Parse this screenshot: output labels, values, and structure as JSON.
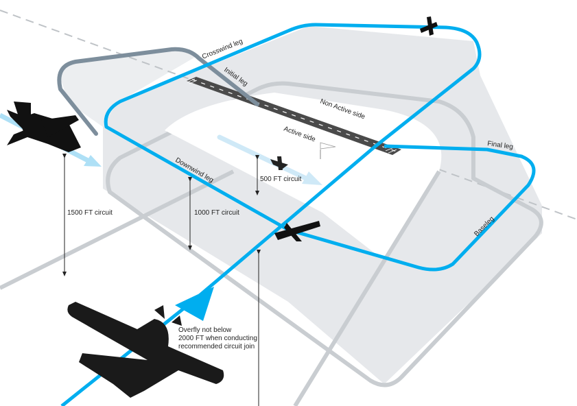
{
  "labels": {
    "crosswind_leg": "Crosswind leg",
    "initial_leg": "Initial leg",
    "non_active_side": "Non Active side",
    "active_side": "Active side",
    "final_leg": "Final leg",
    "downwind_leg": "Downwind leg",
    "circuit_500": "500 FT circuit",
    "circuit_1000": "1000 FT circuit",
    "circuit_1500": "1500 FT circuit",
    "baseleg": "Baseleg",
    "overfly_line1": "Overfly not below",
    "overfly_line2": "2000 FT when conducting",
    "overfly_line3": "recommended circuit join"
  },
  "colors": {
    "circuit_blue": "#00aeef",
    "initial_grey": "#7d8e9c",
    "ground_grey": "#c9cdd1",
    "curtain_fill": "#e6e8eb",
    "runway": "#4a4a4a"
  }
}
